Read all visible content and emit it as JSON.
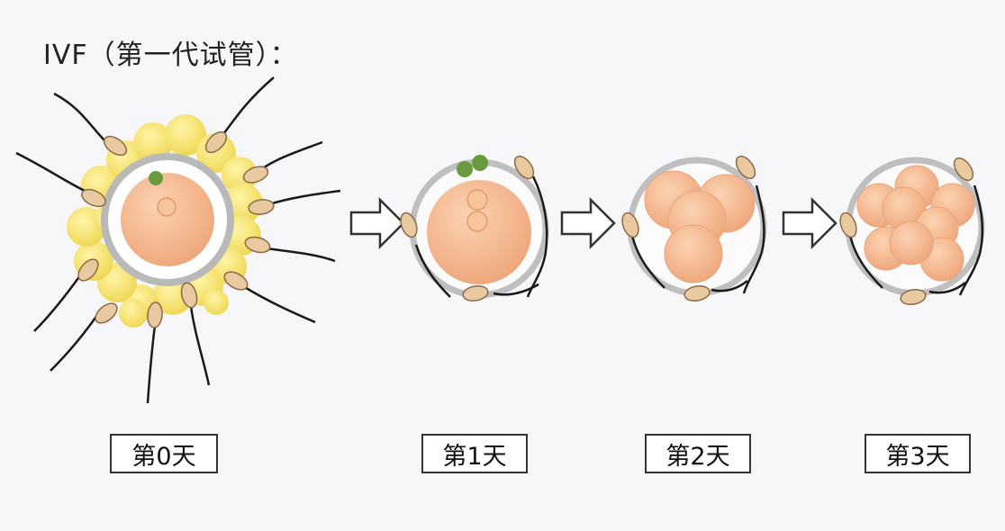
{
  "title": "IVF（第一代试管）：",
  "stages": [
    {
      "label": "第0天",
      "cells": 1
    },
    {
      "label": "第1天",
      "cells": 1
    },
    {
      "label": "第2天",
      "cells": 4
    },
    {
      "label": "第3天",
      "cells": 8
    }
  ],
  "colors": {
    "cumulus": "#f6e46a",
    "cumulus_edge": "#e6cf45",
    "zona": "#b9b9b9",
    "cell": "#f4b98e",
    "cell_edge": "#e39a6c",
    "polar_body": "#6a9a3e",
    "sperm_head": "#e9c9a0",
    "sperm_tail": "#1a1a1a",
    "arrow": "#333333"
  }
}
